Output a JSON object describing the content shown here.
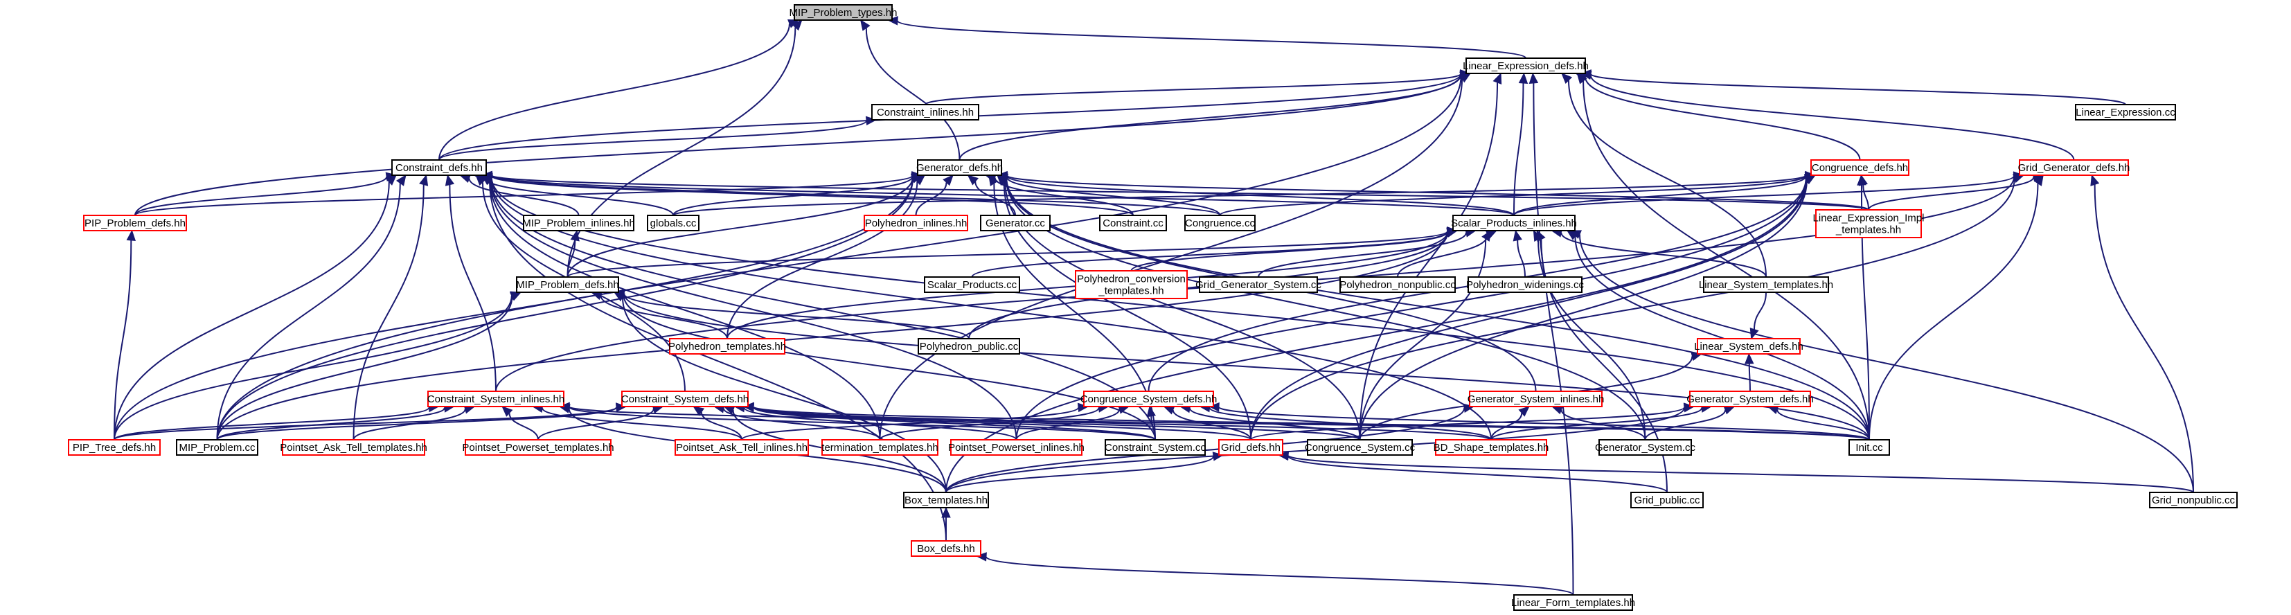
{
  "colors": {
    "edge": "#191970",
    "red_border": "#ff0000",
    "black_border": "#000000",
    "root_fill": "#bfbfbf"
  },
  "nodes": [
    {
      "id": "mip_types",
      "label": "MIP_Problem_types.hh",
      "lines": [
        "MIP_Problem_types.hh"
      ],
      "style": "root"
    },
    {
      "id": "le_defs",
      "label": "Linear_Expression_defs.hh",
      "lines": [
        "Linear_Expression_defs.hh"
      ],
      "style": "black"
    },
    {
      "id": "c_inl",
      "label": "Constraint_inlines.hh",
      "lines": [
        "Constraint_inlines.hh"
      ],
      "style": "black"
    },
    {
      "id": "le_cc",
      "label": "Linear_Expression.cc",
      "lines": [
        "Linear_Expression.cc"
      ],
      "style": "black"
    },
    {
      "id": "c_defs",
      "label": "Constraint_defs.hh",
      "lines": [
        "Constraint_defs.hh"
      ],
      "style": "black"
    },
    {
      "id": "g_defs",
      "label": "Generator_defs.hh",
      "lines": [
        "Generator_defs.hh"
      ],
      "style": "black"
    },
    {
      "id": "cg_defs",
      "label": "Congruence_defs.hh",
      "lines": [
        "Congruence_defs.hh"
      ],
      "style": "red"
    },
    {
      "id": "gg_defs",
      "label": "Grid_Generator_defs.hh",
      "lines": [
        "Grid_Generator_defs.hh"
      ],
      "style": "red"
    },
    {
      "id": "pip_defs",
      "label": "PIP_Problem_defs.hh",
      "lines": [
        "PIP_Problem_defs.hh"
      ],
      "style": "red"
    },
    {
      "id": "mip_inl",
      "label": "MIP_Problem_inlines.hh",
      "lines": [
        "MIP_Problem_inlines.hh"
      ],
      "style": "black"
    },
    {
      "id": "globals",
      "label": "globals.cc",
      "lines": [
        "globals.cc"
      ],
      "style": "black"
    },
    {
      "id": "ph_inl",
      "label": "Polyhedron_inlines.hh",
      "lines": [
        "Polyhedron_inlines.hh"
      ],
      "style": "red"
    },
    {
      "id": "gen_cc",
      "label": "Generator.cc",
      "lines": [
        "Generator.cc"
      ],
      "style": "black"
    },
    {
      "id": "con_cc",
      "label": "Constraint.cc",
      "lines": [
        "Constraint.cc"
      ],
      "style": "black"
    },
    {
      "id": "cong_cc",
      "label": "Congruence.cc",
      "lines": [
        "Congruence.cc"
      ],
      "style": "black"
    },
    {
      "id": "sp_inl",
      "label": "Scalar_Products_inlines.hh",
      "lines": [
        "Scalar_Products_inlines.hh"
      ],
      "style": "black"
    },
    {
      "id": "lei_tmpl",
      "label": "Linear_Expression_Impl _templates.hh",
      "lines": [
        "Linear_Expression_Impl",
        "_templates.hh"
      ],
      "style": "red"
    },
    {
      "id": "mip_defs",
      "label": "MIP_Problem_defs.hh",
      "lines": [
        "MIP_Problem_defs.hh"
      ],
      "style": "black"
    },
    {
      "id": "sp_cc",
      "label": "Scalar_Products.cc",
      "lines": [
        "Scalar_Products.cc"
      ],
      "style": "black"
    },
    {
      "id": "phc_tmpl",
      "label": "Polyhedron_conversion _templates.hh",
      "lines": [
        "Polyhedron_conversion",
        "_templates.hh"
      ],
      "style": "red"
    },
    {
      "id": "ggs_cc",
      "label": "Grid_Generator_System.cc",
      "lines": [
        "Grid_Generator_System.cc"
      ],
      "style": "black"
    },
    {
      "id": "ph_np",
      "label": "Polyhedron_nonpublic.cc",
      "lines": [
        "Polyhedron_nonpublic.cc"
      ],
      "style": "black"
    },
    {
      "id": "ph_w",
      "label": "Polyhedron_widenings.cc",
      "lines": [
        "Polyhedron_widenings.cc"
      ],
      "style": "black"
    },
    {
      "id": "ls_tmpl",
      "label": "Linear_System_templates.hh",
      "lines": [
        "Linear_System_templates.hh"
      ],
      "style": "black"
    },
    {
      "id": "ph_tmpl",
      "label": "Polyhedron_templates.hh",
      "lines": [
        "Polyhedron_templates.hh"
      ],
      "style": "red"
    },
    {
      "id": "ph_pub",
      "label": "Polyhedron_public.cc",
      "lines": [
        "Polyhedron_public.cc"
      ],
      "style": "black"
    },
    {
      "id": "ls_defs",
      "label": "Linear_System_defs.hh",
      "lines": [
        "Linear_System_defs.hh"
      ],
      "style": "red"
    },
    {
      "id": "cs_inl",
      "label": "Constraint_System_inlines.hh",
      "lines": [
        "Constraint_System_inlines.hh"
      ],
      "style": "red"
    },
    {
      "id": "cs_defs",
      "label": "Constraint_System_defs.hh",
      "lines": [
        "Constraint_System_defs.hh"
      ],
      "style": "red"
    },
    {
      "id": "cgs_defs",
      "label": "Congruence_System_defs.hh",
      "lines": [
        "Congruence_System_defs.hh"
      ],
      "style": "red"
    },
    {
      "id": "gs_inl",
      "label": "Generator_System_inlines.hh",
      "lines": [
        "Generator_System_inlines.hh"
      ],
      "style": "red"
    },
    {
      "id": "gs_defs",
      "label": "Generator_System_defs.hh",
      "lines": [
        "Generator_System_defs.hh"
      ],
      "style": "red"
    },
    {
      "id": "pip_tree",
      "label": "PIP_Tree_defs.hh",
      "lines": [
        "PIP_Tree_defs.hh"
      ],
      "style": "red"
    },
    {
      "id": "mip_cc",
      "label": "MIP_Problem.cc",
      "lines": [
        "MIP_Problem.cc"
      ],
      "style": "black"
    },
    {
      "id": "paat_tmpl",
      "label": "Pointset_Ask_Tell_templates.hh",
      "lines": [
        "Pointset_Ask_Tell_templates.hh"
      ],
      "style": "red"
    },
    {
      "id": "pp_tmpl",
      "label": "Pointset_Powerset_templates.hh",
      "lines": [
        "Pointset_Powerset_templates.hh"
      ],
      "style": "red"
    },
    {
      "id": "paat_inl",
      "label": "Pointset_Ask_Tell_inlines.hh",
      "lines": [
        "Pointset_Ask_Tell_inlines.hh"
      ],
      "style": "red"
    },
    {
      "id": "term_tmpl",
      "label": "termination_templates.hh",
      "lines": [
        "termination_templates.hh"
      ],
      "style": "red"
    },
    {
      "id": "pp_inl",
      "label": "Pointset_Powerset_inlines.hh",
      "lines": [
        "Pointset_Powerset_inlines.hh"
      ],
      "style": "red"
    },
    {
      "id": "cs_cc",
      "label": "Constraint_System.cc",
      "lines": [
        "Constraint_System.cc"
      ],
      "style": "black"
    },
    {
      "id": "grid_defs",
      "label": "Grid_defs.hh",
      "lines": [
        "Grid_defs.hh"
      ],
      "style": "red"
    },
    {
      "id": "cgs_cc",
      "label": "Congruence_System.cc",
      "lines": [
        "Congruence_System.cc"
      ],
      "style": "black"
    },
    {
      "id": "bds_tmpl",
      "label": "BD_Shape_templates.hh",
      "lines": [
        "BD_Shape_templates.hh"
      ],
      "style": "red"
    },
    {
      "id": "gs_cc",
      "label": "Generator_System.cc",
      "lines": [
        "Generator_System.cc"
      ],
      "style": "black"
    },
    {
      "id": "init_cc",
      "label": "Init.cc",
      "lines": [
        "Init.cc"
      ],
      "style": "black"
    },
    {
      "id": "box_tmpl",
      "label": "Box_templates.hh",
      "lines": [
        "Box_templates.hh"
      ],
      "style": "black"
    },
    {
      "id": "grid_pub",
      "label": "Grid_public.cc",
      "lines": [
        "Grid_public.cc"
      ],
      "style": "black"
    },
    {
      "id": "grid_np",
      "label": "Grid_nonpublic.cc",
      "lines": [
        "Grid_nonpublic.cc"
      ],
      "style": "black"
    },
    {
      "id": "box_defs",
      "label": "Box_defs.hh",
      "lines": [
        "Box_defs.hh"
      ],
      "style": "red"
    },
    {
      "id": "lf_tmpl",
      "label": "Linear_Form_templates.hh",
      "lines": [
        "Linear_Form_templates.hh"
      ],
      "style": "black"
    }
  ],
  "edges": [
    [
      "le_defs",
      "mip_types"
    ],
    [
      "c_defs",
      "mip_types"
    ],
    [
      "g_defs",
      "mip_types"
    ],
    [
      "mip_defs",
      "mip_types"
    ],
    [
      "c_inl",
      "le_defs"
    ],
    [
      "le_cc",
      "le_defs"
    ],
    [
      "c_defs",
      "le_defs"
    ],
    [
      "g_defs",
      "le_defs"
    ],
    [
      "cg_defs",
      "le_defs"
    ],
    [
      "gg_defs",
      "le_defs"
    ],
    [
      "pip_defs",
      "le_defs"
    ],
    [
      "sp_inl",
      "le_defs"
    ],
    [
      "ls_tmpl",
      "le_defs"
    ],
    [
      "mip_cc",
      "le_defs"
    ],
    [
      "init_cc",
      "le_defs"
    ],
    [
      "lf_tmpl",
      "le_defs"
    ],
    [
      "cgs_cc",
      "le_defs"
    ],
    [
      "term_tmpl",
      "le_defs"
    ],
    [
      "c_defs",
      "c_inl"
    ],
    [
      "pip_defs",
      "c_defs"
    ],
    [
      "mip_inl",
      "c_defs"
    ],
    [
      "globals",
      "c_defs"
    ],
    [
      "con_cc",
      "c_defs"
    ],
    [
      "cong_cc",
      "c_defs"
    ],
    [
      "sp_inl",
      "c_defs"
    ],
    [
      "lei_tmpl",
      "c_defs"
    ],
    [
      "pip_tree",
      "c_defs"
    ],
    [
      "mip_cc",
      "c_defs"
    ],
    [
      "paat_tmpl",
      "c_defs"
    ],
    [
      "cs_inl",
      "c_defs"
    ],
    [
      "cs_defs",
      "c_defs"
    ],
    [
      "pp_inl",
      "c_defs"
    ],
    [
      "cs_cc",
      "c_defs"
    ],
    [
      "init_cc",
      "c_defs"
    ],
    [
      "bds_tmpl",
      "c_defs"
    ],
    [
      "box_defs",
      "c_defs"
    ],
    [
      "term_tmpl",
      "c_defs"
    ],
    [
      "pip_defs",
      "g_defs"
    ],
    [
      "globals",
      "g_defs"
    ],
    [
      "ph_inl",
      "g_defs"
    ],
    [
      "gen_cc",
      "g_defs"
    ],
    [
      "con_cc",
      "g_defs"
    ],
    [
      "cong_cc",
      "g_defs"
    ],
    [
      "sp_inl",
      "g_defs"
    ],
    [
      "lei_tmpl",
      "g_defs"
    ],
    [
      "mip_defs",
      "g_defs"
    ],
    [
      "mip_cc",
      "g_defs"
    ],
    [
      "cs_cc",
      "g_defs"
    ],
    [
      "ph_tmpl",
      "g_defs"
    ],
    [
      "gs_inl",
      "g_defs"
    ],
    [
      "grid_defs",
      "g_defs"
    ],
    [
      "cgs_cc",
      "g_defs"
    ],
    [
      "gs_cc",
      "g_defs"
    ],
    [
      "init_cc",
      "g_defs"
    ],
    [
      "pip_tree",
      "g_defs"
    ],
    [
      "cong_cc",
      "cg_defs"
    ],
    [
      "sp_inl",
      "cg_defs"
    ],
    [
      "lei_tmpl",
      "cg_defs"
    ],
    [
      "cgs_defs",
      "cg_defs"
    ],
    [
      "grid_defs",
      "cg_defs"
    ],
    [
      "cgs_cc",
      "cg_defs"
    ],
    [
      "init_cc",
      "cg_defs"
    ],
    [
      "box_tmpl",
      "cg_defs"
    ],
    [
      "pp_inl",
      "cg_defs"
    ],
    [
      "globals",
      "cg_defs"
    ],
    [
      "sp_inl",
      "gg_defs"
    ],
    [
      "lei_tmpl",
      "gg_defs"
    ],
    [
      "grid_defs",
      "gg_defs"
    ],
    [
      "grid_np",
      "gg_defs"
    ],
    [
      "init_cc",
      "gg_defs"
    ],
    [
      "cs_inl",
      "gg_defs"
    ],
    [
      "pip_tree",
      "pip_defs"
    ],
    [
      "mip_defs",
      "mip_inl"
    ],
    [
      "mip_defs",
      "sp_inl"
    ],
    [
      "sp_cc",
      "sp_inl"
    ],
    [
      "phc_tmpl",
      "sp_inl"
    ],
    [
      "ggs_cc",
      "sp_inl"
    ],
    [
      "ph_np",
      "sp_inl"
    ],
    [
      "ph_w",
      "sp_inl"
    ],
    [
      "ls_tmpl",
      "sp_inl"
    ],
    [
      "ph_tmpl",
      "sp_inl"
    ],
    [
      "ph_pub",
      "sp_inl"
    ],
    [
      "grid_np",
      "sp_inl"
    ],
    [
      "grid_pub",
      "sp_inl"
    ],
    [
      "gs_cc",
      "sp_inl"
    ],
    [
      "cgs_cc",
      "sp_inl"
    ],
    [
      "init_cc",
      "sp_inl"
    ],
    [
      "mip_cc",
      "sp_inl"
    ],
    [
      "pip_tree",
      "mip_defs"
    ],
    [
      "mip_cc",
      "mip_defs"
    ],
    [
      "ph_tmpl",
      "mip_defs"
    ],
    [
      "ph_pub",
      "mip_defs"
    ],
    [
      "box_tmpl",
      "mip_defs"
    ],
    [
      "init_cc",
      "mip_defs"
    ],
    [
      "cs_cc",
      "mip_defs"
    ],
    [
      "ls_tmpl",
      "ls_defs"
    ],
    [
      "gs_defs",
      "ls_defs"
    ],
    [
      "cgs_cc",
      "ls_defs"
    ],
    [
      "pip_tree",
      "cs_inl"
    ],
    [
      "mip_cc",
      "cs_inl"
    ],
    [
      "paat_tmpl",
      "cs_inl"
    ],
    [
      "pp_tmpl",
      "cs_inl"
    ],
    [
      "box_tmpl",
      "cs_inl"
    ],
    [
      "cs_cc",
      "cs_inl"
    ],
    [
      "init_cc",
      "cs_inl"
    ],
    [
      "paat_inl",
      "cs_inl"
    ],
    [
      "pip_tree",
      "cs_defs"
    ],
    [
      "mip_cc",
      "cs_defs"
    ],
    [
      "pp_tmpl",
      "cs_defs"
    ],
    [
      "paat_inl",
      "cs_defs"
    ],
    [
      "term_tmpl",
      "cs_defs"
    ],
    [
      "pp_inl",
      "cs_defs"
    ],
    [
      "cs_cc",
      "cs_defs"
    ],
    [
      "grid_defs",
      "cs_defs"
    ],
    [
      "cgs_cc",
      "cs_defs"
    ],
    [
      "bds_tmpl",
      "cs_defs"
    ],
    [
      "init_cc",
      "cs_defs"
    ],
    [
      "box_tmpl",
      "cs_defs"
    ],
    [
      "paat_inl",
      "cgs_defs"
    ],
    [
      "pp_inl",
      "cgs_defs"
    ],
    [
      "cs_cc",
      "cgs_defs"
    ],
    [
      "grid_defs",
      "cgs_defs"
    ],
    [
      "cgs_cc",
      "cgs_defs"
    ],
    [
      "bds_tmpl",
      "cgs_defs"
    ],
    [
      "init_cc",
      "cgs_defs"
    ],
    [
      "term_tmpl",
      "cgs_defs"
    ],
    [
      "bds_tmpl",
      "gs_inl"
    ],
    [
      "gs_cc",
      "gs_inl"
    ],
    [
      "box_tmpl",
      "gs_inl"
    ],
    [
      "grid_defs",
      "gs_defs"
    ],
    [
      "bds_tmpl",
      "gs_defs"
    ],
    [
      "gs_cc",
      "gs_defs"
    ],
    [
      "init_cc",
      "gs_defs"
    ],
    [
      "box_tmpl",
      "gs_defs"
    ],
    [
      "box_tmpl",
      "grid_defs"
    ],
    [
      "grid_pub",
      "grid_defs"
    ],
    [
      "grid_np",
      "grid_defs"
    ],
    [
      "box_defs",
      "box_tmpl"
    ],
    [
      "lf_tmpl",
      "box_defs"
    ]
  ]
}
